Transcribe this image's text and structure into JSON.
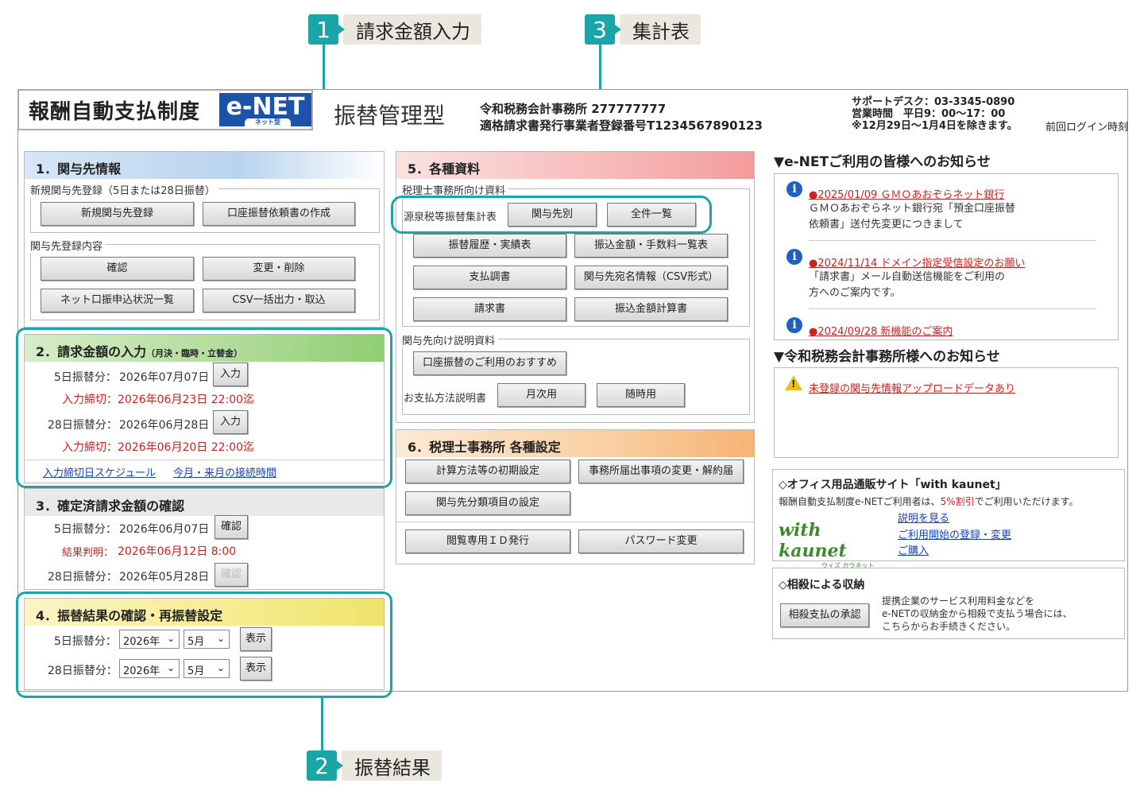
{
  "callouts": [
    {
      "num": "1",
      "label": "請求金額入力"
    },
    {
      "num": "3",
      "label": "集計表"
    },
    {
      "num": "2",
      "label": "振替結果"
    }
  ],
  "header": {
    "logo_text": "報酬自動支払制度",
    "logo_net": "e-NET",
    "logo_sub": "ネット型",
    "title": "振替管理型",
    "office_line1": "令和税務会計事務所 277777777",
    "office_line2": "適格請求書発行事業者登録番号T1234567890123",
    "support_line1": "サポートデスク：03-3345-0890",
    "support_line2": "営業時間　平日9：00～17：00",
    "support_line3": "※12月29日～1月4日を除きます。",
    "last_login": "前回ログイン時刻"
  },
  "sec1": {
    "title": "1．関与先情報",
    "group1_label": "新規関与先登録（5日または28日振替）",
    "btn_new": "新規関与先登録",
    "btn_form": "口座振替依頼書の作成",
    "group2_label": "関与先登録内容",
    "btn_confirm": "確認",
    "btn_edit": "変更・削除",
    "btn_status": "ネット口振申込状況一覧",
    "btn_csv": "CSV一括出力・取込"
  },
  "sec2": {
    "title": "2．請求金額の入力",
    "title_sub": "（月決・臨時・立替金）",
    "row1_label": "5日振替分：",
    "row1_date": "2026年07月07日",
    "row1_btn": "入力",
    "row1_deadline": "入力締切：2026年06月23日 22:00迄",
    "row2_label": "28日振替分：",
    "row2_date": "2026年06月28日",
    "row2_btn": "入力",
    "row2_deadline": "入力締切：2026年06月20日 22:00迄",
    "link_schedule": "入力締切日スケジュール",
    "link_time": "今月・来月の接続時間"
  },
  "sec3": {
    "title": "3．確定済請求金額の確認",
    "row1_label": "5日振替分：",
    "row1_date": "2026年06月07日",
    "row1_btn": "確認",
    "result": "結果判明：",
    "result_date": "2026年06月12日 8:00",
    "row2_label": "28日振替分：",
    "row2_date": "2026年05月28日",
    "row2_btn": "確認"
  },
  "sec4": {
    "title": "4．振替結果の確認・再振替設定",
    "row1_label": "5日振替分：",
    "row2_label": "28日振替分：",
    "year": "2026年",
    "month": "5月",
    "btn_show": "表示"
  },
  "sec5": {
    "title": "5．各種資料",
    "group1_label": "税理士事務所向け資料",
    "summary_label": "源泉税等振替集計表",
    "btn_by_client": "関与先別",
    "btn_all": "全件一覧",
    "btn_history": "振替履歴・実績表",
    "btn_amount_fee": "振込金額・手数料一覧表",
    "btn_statement": "支払調書",
    "btn_client_csv": "関与先宛名情報（CSV形式）",
    "btn_invoice": "請求書",
    "btn_calc": "振込金額計算書",
    "group2_label": "関与先向け説明資料",
    "btn_recommend": "口座振替のご利用のおすすめ",
    "payment_label": "お支払方法説明書",
    "btn_monthly": "月次用",
    "btn_anytime": "随時用"
  },
  "sec6": {
    "title": "6．税理士事務所 各種設定",
    "btn_initial": "計算方法等の初期設定",
    "btn_office": "事務所届出事項の変更・解約届",
    "btn_category": "関与先分類項目の設定",
    "btn_viewer": "閲覧専用ＩＤ発行",
    "btn_password": "パスワード変更"
  },
  "news": {
    "title": "▼e-NETご利用の皆様へのお知らせ",
    "items": [
      {
        "link": "●2025/01/09 ＧＭＯあおぞらネット銀行",
        "line1": "ＧＭＯあおぞらネット銀行宛「預金口座振替",
        "line2": "依頼書」送付先変更につきまして"
      },
      {
        "link": "●2024/11/14 ドメイン指定受信設定のお願い",
        "line1": "「請求書」メール自動送信機能をご利用の",
        "line2": "方へのご案内です。"
      },
      {
        "link": "●2024/09/28 新機能のご案内",
        "line1": "",
        "line2": ""
      }
    ]
  },
  "office_news": {
    "title": "▼令和税務会計事務所様へのお知らせ",
    "link": "未登録の関与先情報アップロードデータあり"
  },
  "kaunet": {
    "title": "◇オフィス用品通販サイト「with kaunet」",
    "desc_pre": "報酬自動支払制度e-NETご利用者は、",
    "desc_red": "5%割引",
    "desc_post": "でご利用いただけます。",
    "logo": "with kaunet",
    "logo_sub": "ウィズ カウネット",
    "link1": "説明を見る",
    "link2": "ご利用開始の登録・変更",
    "link3": "ご購入"
  },
  "offset": {
    "title": "◇相殺による収納",
    "btn": "相殺支払の承認",
    "line1": "提携企業のサービス利用料金などを",
    "line2": "e-NETの収納金から相殺で支払う場合には、",
    "line3": "こちらからお手続きください。"
  }
}
